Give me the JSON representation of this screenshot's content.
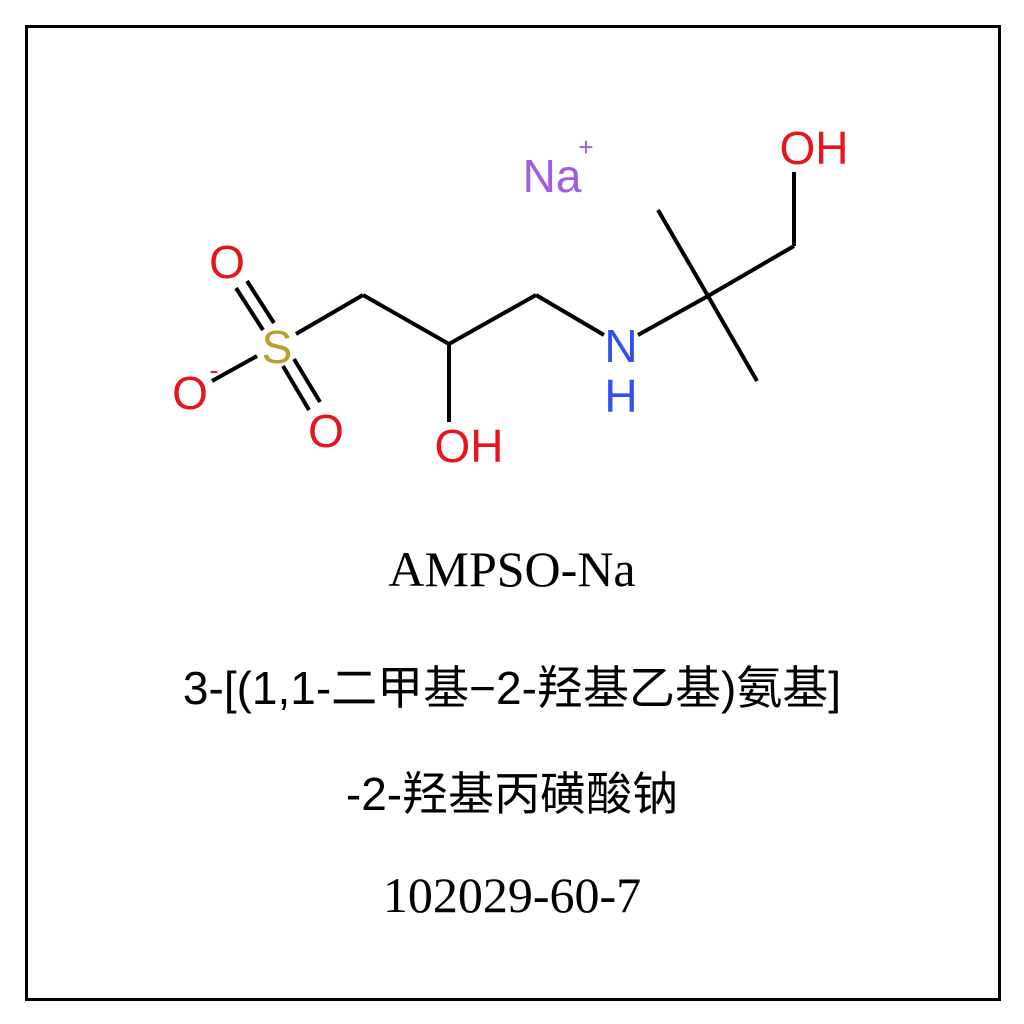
{
  "compound": {
    "abbreviation": "AMPSO-Na",
    "chinese_name_line1": "3-[(1,1-二甲基−2-羟基乙基)氨基]",
    "chinese_name_line2": "-2-羟基丙磺酸钠",
    "cas_number": "102029-60-7"
  },
  "structure": {
    "atoms": {
      "sulfur": {
        "label": "S",
        "color": "#B8A02A"
      },
      "oxygen_top": {
        "label": "O",
        "color": "#E8141C"
      },
      "oxygen_anion": {
        "label": "O",
        "charge": "-",
        "color": "#E8141C"
      },
      "oxygen_bottom": {
        "label": "O",
        "color": "#E8141C"
      },
      "hydroxyl_mid": {
        "label": "OH",
        "color": "#E8141C"
      },
      "hydroxyl_top": {
        "label": "OH",
        "color": "#E8141C"
      },
      "nitrogen": {
        "label": "N",
        "color": "#3050F0"
      },
      "amine_hydrogen": {
        "label": "H",
        "color": "#3050F0"
      },
      "sodium": {
        "label": "Na",
        "charge": "+",
        "color": "#A05CE6"
      }
    },
    "bond_color": "#000000"
  },
  "colors": {
    "border": "#000000",
    "background": "#FFFFFF",
    "text": "#000000"
  }
}
